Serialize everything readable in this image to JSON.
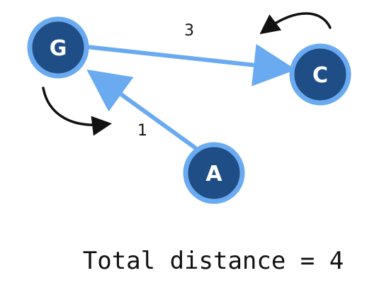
{
  "colors": {
    "node_fill": "#1f4e86",
    "node_ring": "#6aaaf0",
    "edge": "#6aaaf0",
    "text": "#111111",
    "background": "#ffffff"
  },
  "nodes": {
    "g": {
      "label": "G"
    },
    "c": {
      "label": "C"
    },
    "a": {
      "label": "A"
    }
  },
  "edges": {
    "g_to_c": {
      "from": "G",
      "to": "C",
      "weight": "3"
    },
    "a_to_g": {
      "from": "A",
      "to": "G",
      "weight": "1"
    }
  },
  "caption": "Total distance = 4"
}
